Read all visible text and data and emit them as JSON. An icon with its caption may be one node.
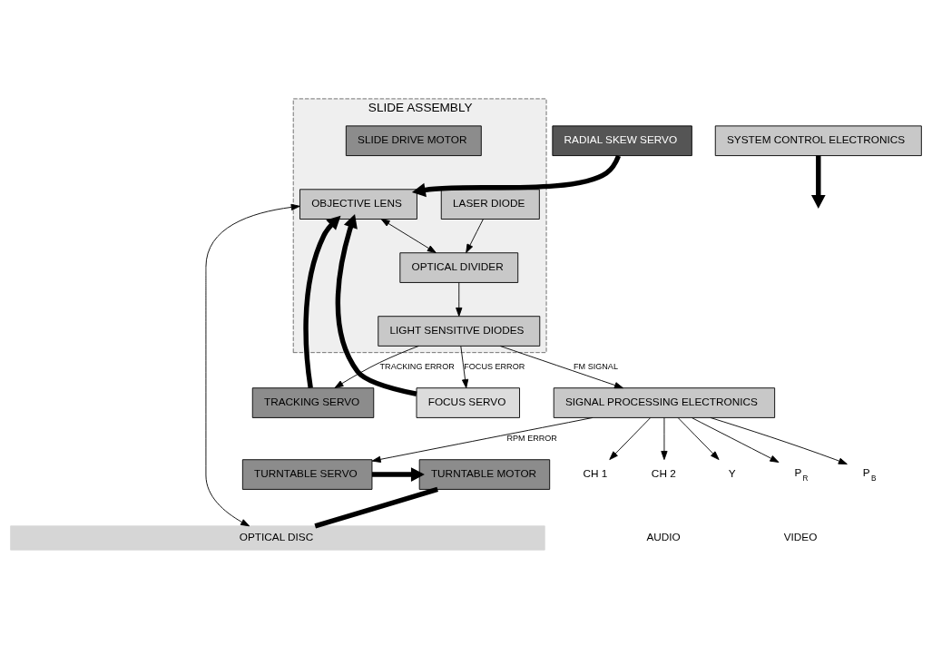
{
  "diagram": {
    "nodes": [
      {
        "text": [
          "OPTICAL DISC"
        ]
      },
      {
        "text": [
          "TURNTABLE SERVO"
        ]
      },
      {
        "text": [
          "TURNTABLE MOTOR"
        ]
      },
      {
        "text": [
          "SLIDE ASSEMBLY"
        ]
      },
      {
        "text": [
          "TRACKING SERVO"
        ]
      },
      {
        "text": [
          "SYSTEM CONTROL ELECTRONICS"
        ]
      },
      {
        "text": [
          "FOCUS SERVO"
        ]
      },
      {
        "text": [
          "OBJECTIVE LENS"
        ],
        "in": 3
      },
      {
        "text": [
          "RADIAL SKEW SERVO"
        ]
      },
      {
        "text": [
          "SIGNAL PROCESSING ELECTRONICS"
        ]
      },
      {
        "text": [
          "LIGHT SENSITIVE DIODES"
        ],
        "in": 3
      },
      {
        "text": [
          "OPTICAL DIVIDER"
        ],
        "in": 3
      },
      {
        "text": [
          "SLIDE DRIVE MOTOR"
        ],
        "in": 3
      },
      {
        "text": [
          "LASER DIODE"
        ],
        "in": 3
      },
      {
        "text": [
          "CH 1"
        ]
      },
      {
        "text": [
          "CH 2"
        ]
      },
      {
        "text": [
          "Y"
        ]
      },
      {
        "text": [
          "P$_{R}$"
        ]
      },
      {
        "text": [
          "P$_{B}$"
        ]
      }
    ],
    "edges": [
      {
        "from": 1,
        "to": 2,
        "arrow": "to",
        "style": "thick"
      },
      {
        "from": 2,
        "to": 0,
        "arrow": "none",
        "style": "thick"
      },
      {
        "from": 7,
        "to": 0,
        "arrow": "both"
      },
      {
        "from": 4,
        "to": 7,
        "arrow": "to",
        "style": "thick"
      },
      {
        "from": 5,
        "to": null,
        "arrow": "to",
        "style": "thick"
      },
      {
        "from": 6,
        "to": 7,
        "arrow": "to",
        "style": "thick"
      },
      {
        "from": 8,
        "to": 7,
        "arrow": "to",
        "style": "thick"
      },
      {
        "from": 9,
        "to": 1,
        "arrow": "to",
        "label": "RPM ERROR"
      },
      {
        "from": 10,
        "to": 4,
        "arrow": "to",
        "label": "TRACKING ERROR"
      },
      {
        "from": 10,
        "to": 6,
        "arrow": "to",
        "label": "FOCUS ERROR"
      },
      {
        "from": 10,
        "to": 9,
        "arrow": "to",
        "label": "FM SIGNAL"
      },
      {
        "from": 11,
        "to": 10,
        "arrow": "to"
      },
      {
        "from": 7,
        "to": 11,
        "arrow": "both"
      },
      {
        "from": 13,
        "to": 11,
        "arrow": "to"
      },
      {
        "from": 9,
        "to": 14,
        "arrow": "to"
      },
      {
        "from": 9,
        "to": 15,
        "arrow": "to"
      },
      {
        "from": 9,
        "to": 16,
        "arrow": "to"
      },
      {
        "from": 9,
        "to": 17,
        "arrow": "to"
      },
      {
        "from": 9,
        "to": 18,
        "arrow": "to"
      }
    ],
    "labels": [
      "AUDIO",
      "VIDEO"
    ]
  }
}
